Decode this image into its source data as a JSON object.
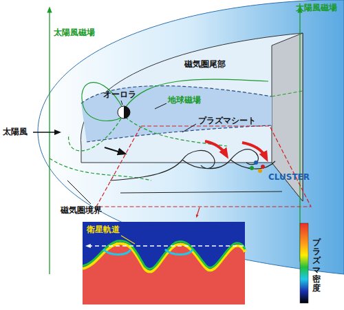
{
  "diagram": {
    "labels": [
      "太陽風磁場",
      "太陽風磁場",
      "磁気圏尾部",
      "オーロラ",
      "地球磁場",
      "太陽風",
      "プラズマシート",
      "磁気圏境界",
      "CLUSTER",
      "衛星軌道",
      "プラズマ密度"
    ]
  }
}
